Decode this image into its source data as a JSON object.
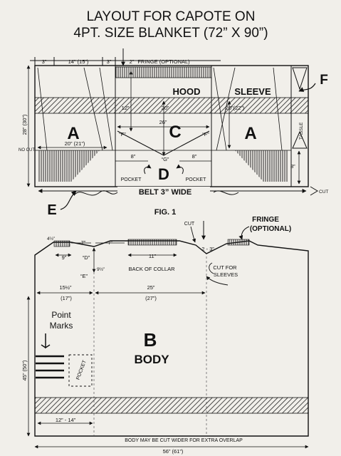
{
  "title": {
    "line1": "LAYOUT FOR CAPOTE ON",
    "line2": "4PT. SIZE BLANKET (72” X 90”)"
  },
  "fig1": {
    "dim_3_left": "3”",
    "dim_14": "14” (15”)",
    "dim_3_right": "3”",
    "dim_2": "2”",
    "fringe_optional": "FRINGE (OPTIONAL)",
    "hood": "HOOD",
    "sleeve": "SLEEVE",
    "label_f": "F",
    "dim_12": "12”",
    "dim_20_hood": "20”",
    "dim_20_22": "20”(22”)",
    "dim_26": "26”",
    "label_a_left": "A",
    "label_c": "C",
    "label_a_right": "A",
    "quote_f_left": "“F”",
    "quote_f_right": "“F”",
    "quote_g": "“G”",
    "no_cut": "NO CUT",
    "dim_20_21": "20” (21”)",
    "dim_8_left": "8”",
    "dim_8_right": "8”",
    "dim_8_side": "8”",
    "tassle": "TASSLE",
    "label_d": "D",
    "pocket_left": "POCKET",
    "pocket_right": "POCKET",
    "dim_28_30": "28” (30”)",
    "belt": "BELT 3” WIDE",
    "cut_belt": "CUT",
    "label_e": "E",
    "fig_label": "FIG. 1"
  },
  "fig2": {
    "cut": "CUT",
    "fringe": "FRINGE",
    "optional": "(OPTIONAL)",
    "dim_4": "4½”",
    "dim_7_left": "7”",
    "dim_7_mid": "7”",
    "dim_9": "9”",
    "quote_d": "“D”",
    "dim_11": "11”",
    "dim_2_3": "2 - 3”",
    "dim_9_half": "9½”",
    "back_of_collar": "BACK OF COLLAR",
    "cut_for": "CUT FOR",
    "sleeves": "SLEEVES",
    "dim_15": "15½”",
    "dim_17": "(17”)",
    "quote_e": "“E”",
    "dim_25": "25”",
    "dim_27": "(27”)",
    "point": "Point",
    "marks": "Marks",
    "label_b": "B",
    "body": "BODY",
    "pocket": "POCKET",
    "dim_45_50": "45” (50”)",
    "dim_12_14": "12” - 14”",
    "note": "BODY MAY BE CUT WIDER FOR EXTRA OVERLAP",
    "dim_56_61": "56” (61”)"
  }
}
